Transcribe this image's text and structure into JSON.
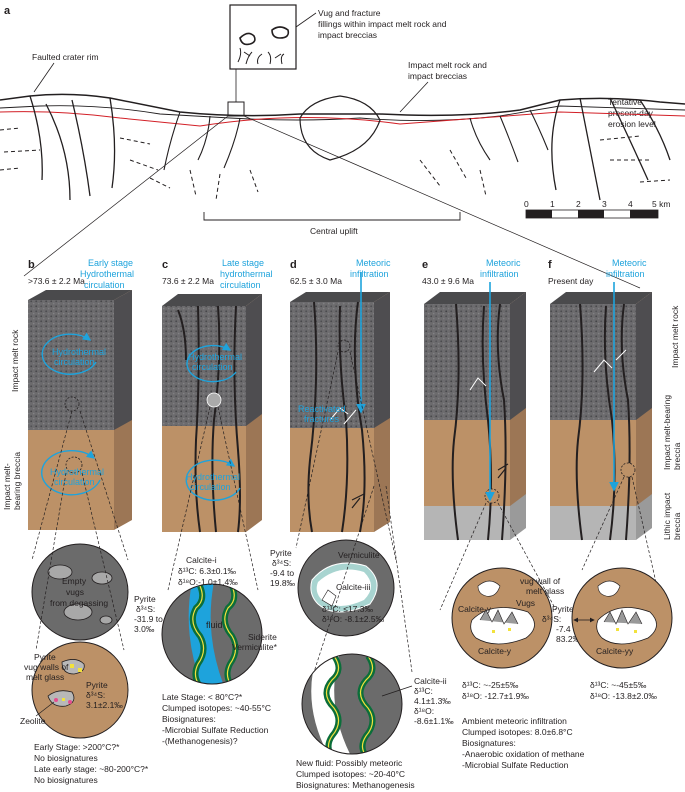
{
  "panel_a": {
    "letter": "a",
    "inset_caption": [
      "Vug and fracture",
      "fillings within impact melt rock and",
      "impact breccias"
    ],
    "faulted_rim": "Faulted crater rim",
    "melt_rock": [
      "Impact melt rock and",
      "impact breccias"
    ],
    "erosion": [
      "Tentative",
      "present-day",
      "erosion level"
    ],
    "central_uplift": "Central uplift",
    "scale_ticks": [
      "0",
      "1",
      "2",
      "3",
      "4",
      "5 km"
    ]
  },
  "side_labels": {
    "melt_rock": "Impact melt rock",
    "melt_bearing": [
      "Impact melt-",
      "bearing breccia"
    ],
    "melt_bearing_right": [
      "Impact melt-bearing",
      "breccia"
    ],
    "lithic": [
      "Lithic impact",
      "breccia"
    ]
  },
  "panels": [
    {
      "letter": "b",
      "age": ">73.6 ± 2.2 Ma",
      "stage": [
        "Early stage",
        "Hydrothermal",
        "circulation"
      ]
    },
    {
      "letter": "c",
      "age": "73.6 ± 2.2 Ma",
      "stage": [
        "Late stage",
        "hydrothermal",
        "circulation"
      ]
    },
    {
      "letter": "d",
      "age": "62.5 ± 3.0 Ma",
      "stage": [
        "Meteoric",
        "infiltration"
      ]
    },
    {
      "letter": "e",
      "age": "43.0 ± 9.6 Ma",
      "stage": [
        "Meteoric",
        "infiltration"
      ]
    },
    {
      "letter": "f",
      "age": "Present day",
      "stage": [
        "Meteoric",
        "infiltration"
      ]
    }
  ],
  "in_block": {
    "hydrothermal": [
      "Hydrothermal",
      "circulation"
    ],
    "reactivated": [
      "Reactivated",
      "fractures"
    ]
  },
  "b_details": {
    "empty_vugs": [
      "Empty",
      "vugs",
      "from degassing"
    ],
    "pyrite_vug": [
      "Pyrite",
      "vug walls of",
      "melt glass"
    ],
    "pyrite_iso": [
      "Pyrite",
      "δ³⁴S:",
      "3.1±2.1‰"
    ],
    "zeolite": "Zeolite",
    "notes": [
      "Early Stage: >200°C?*",
      "No biosignatures",
      "Late early stage: ~80-200°C?*",
      "No biosignatures"
    ]
  },
  "c_details": {
    "calcite": [
      "Calcite-i",
      "δ¹³C: 6.3±0.1‰",
      "δ¹⁸O:-1.0±1.4‰"
    ],
    "pyrite": [
      "Pyrite",
      "δ³⁴S:",
      "-31.9 to",
      "3.0‰"
    ],
    "fluid": "fluid",
    "siderite": [
      "Siderite",
      "Vermiculite*"
    ],
    "notes": [
      "Late Stage: < 80°C?*",
      "Clumped isotopes: ~40-55°C",
      "Biosignatures:",
      "-Microbial Sulfate Reduction",
      "-(Methanogenesis)?"
    ]
  },
  "d_details": {
    "pyrite": [
      "Pyrite",
      "δ³⁴S:",
      "-9.4 to",
      "19.8‰"
    ],
    "vermiculite": "Vermiculite",
    "calcite_iii": [
      "Calcite-iii",
      "δ¹³C: ≤17.3‰",
      "δ¹⁸O: -8.1±2.5‰"
    ],
    "calcite_ii": [
      "Calcite-ii",
      "δ¹³C:",
      "4.1±1.3‰",
      "δ¹⁸O:",
      "-8.6±1.1‰"
    ],
    "notes": [
      "New fluid: Possibly meteoric",
      "Clumped isotopes: ~20-40°C",
      "Biosignatures: Methanogenesis"
    ]
  },
  "e_details": {
    "vug_wall": [
      "vug wall of",
      "melt glass"
    ],
    "calcite_y1": "Calcite-y",
    "vugs": "Vugs",
    "calcite_y2": "Calcite-y",
    "pyrite": [
      "Pyrite",
      "δ³⁴S:",
      "-7.4 to",
      "83.2‰"
    ],
    "iso": [
      "δ¹³C: ~-25±5‰",
      "δ¹⁸O: -12.7±1.9‰"
    ]
  },
  "f_details": {
    "calcite_yy": "Calcite-yy",
    "iso": [
      "δ¹³C: ~-45±5‰",
      "δ¹⁸O: -13.8±2.0‰"
    ]
  },
  "ef_notes": [
    "Ambient meteoric infiltration",
    "Clumped isotopes: 8.0±6.8°C",
    "Biosignatures:",
    "-Anaerobic oxidation of methane",
    "-Microbial Sulfate Reduction"
  ],
  "colors": {
    "blue": "#1ea3dc",
    "breccia": "#bc9167",
    "melt_rock": "#6b6b6b",
    "lithic": "#b5b5b5",
    "green": "#0b6e3a",
    "yellow": "#f2e23c"
  }
}
